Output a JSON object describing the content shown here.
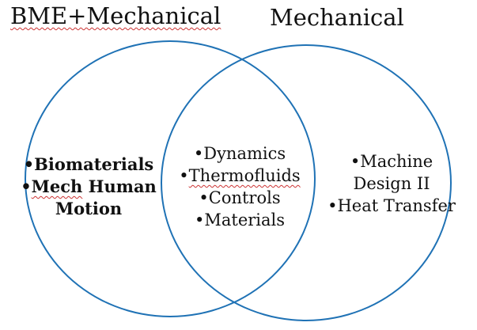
{
  "colors": {
    "circle_stroke": "#1f72b5",
    "spellcheck_underline": "#cc3333",
    "text": "#111111",
    "background": "#ffffff"
  },
  "titles": {
    "left": "BME+Mechanical",
    "right": "Mechanical"
  },
  "venn": {
    "left_region": {
      "line1": "•Biomaterials",
      "line2_bullet": "•",
      "line2_flagged": "Mech",
      "line2_rest": " Human",
      "line3": "Motion"
    },
    "intersection": {
      "line1": "•Dynamics",
      "line2_bullet": "•",
      "line2_flagged": "Thermofluids",
      "line3": "•Controls",
      "line4": "•Materials"
    },
    "right_region": {
      "line1": "•Machine",
      "line2": "Design II",
      "line3": "•Heat Transfer"
    }
  }
}
